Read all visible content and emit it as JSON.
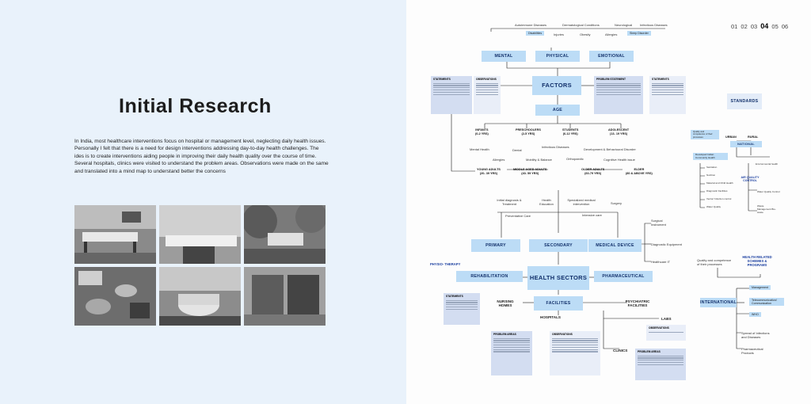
{
  "left": {
    "title": "Initial Research",
    "paragraph": "In India, most healthcare interventions focus on hospital or management level, neglecting daily health issues. Personally I felt that there is a need for design interventions addressing day-to-day health challenges. The ides is to create interventions aiding people in improving their daily health quality over the course of time. Several hospitals, clinics were visited to understand the problem areas. Observations were made on the same and translated into a mind map to understand better the concerns"
  },
  "pagination": {
    "before": "01 02 03",
    "current": "04",
    "after": "05 06"
  },
  "map": {
    "conditions": [
      "Autoimmune Diseases",
      "Dermatological Conditions",
      "Neurological",
      "Infectious Diseases"
    ],
    "conditions2": [
      "Disabilities",
      "Injuries",
      "Obesity",
      "Allergies",
      "Sleep Disorder"
    ],
    "factor_nodes": {
      "mental": "MENTAL",
      "physical": "PHYSICAL",
      "emotional": "EMOTIONAL",
      "factors": "FACTORS",
      "age": "AGE"
    },
    "ages": [
      {
        "name": "INFANTS",
        "range": "(0-2 YRS)"
      },
      {
        "name": "PRESCHOOLERS",
        "range": "(2-5 YRS)"
      },
      {
        "name": "STUDENTS",
        "range": "(6-12 YRS)"
      },
      {
        "name": "ADOLESCENT",
        "range": "(13- 19 YRS)"
      },
      {
        "name": "YOUNG ADULTS",
        "range": "(20- 39 YRS)"
      },
      {
        "name": "MIDDLE AGED ADULTS",
        "range": "(40- 59 YRS)"
      },
      {
        "name": "OLDER ADULTS",
        "range": "(60-79 YRS)"
      },
      {
        "name": "ELDER",
        "range": "(80 & ABOVE YRS)"
      }
    ],
    "age_topics": [
      "Mental Health",
      "Dental",
      "Infectious Diseases",
      "Development & Behavioural Disorder",
      "Allergies",
      "Mobility & Balance",
      "Orthopaedic",
      "Cognitive Health issue"
    ],
    "sector_nodes": {
      "primary": "PRIMARY",
      "secondary": "SECONDARY",
      "medical_device": "MEDICAL DEVICE",
      "rehabilitation": "REHABILITATION",
      "health_sectors": "HEALTH SECTORS",
      "pharmaceutical": "PHARMACEUTICAL",
      "facilities": "FACILITIES"
    },
    "services": [
      "Initial diagnosis & Treatment",
      "Health Education",
      "Specialized medical intervention",
      "Surgery",
      "Preventative Care",
      "Intensive care"
    ],
    "devices": [
      "Surgical Instrument",
      "Diagnostic Equipment",
      "Healthcare IT"
    ],
    "physio": "PHYSIO- THERAPY",
    "facility_labels": {
      "nursing": "NURSING HOMES",
      "hospitals": "HOSPITALS",
      "psychiatric": "PSYCHIATRIC FACILITIES",
      "labs": "LABS",
      "clinics": "CLINICS"
    },
    "standards": "STANDARDS",
    "urban": "URBAN",
    "rural": "RURAL",
    "national": "NATIONAL",
    "national_items": [
      "Developed Indian Community Health",
      "Sanitation",
      "Nutrition",
      "Material and Child Health",
      "Diagnostic Facilities",
      "Vector/ Infection control",
      "Water Quality"
    ],
    "aq": "AIR QUALITY CONTROL",
    "aq_items": [
      "Environmental health",
      "Water Quality Control",
      "Waste Management Bio-waste"
    ],
    "health_schemes": "HEALTH RELATED SCHEMES & PROGRAMS",
    "quality_text": "Quality and competence of their processes",
    "international": "INTERNATIONAL",
    "intl_items": [
      "Management",
      "Telecommunication/ Communication",
      "WHO",
      "Spread of Infections and Diseases",
      "Pharmaceutical Products"
    ],
    "notes": {
      "statements1": "STATEMENTS",
      "observations1": "OBSERVATIONS",
      "problem_statement": "PROBLEM STATEMENT",
      "statements2": "STATEMENTS",
      "statements3": "STATEMENTS",
      "problem_areas1": "PROBLEM AREAS",
      "observations2": "OBSERVATIONS",
      "observations3": "OBSERVATIONS",
      "problem_areas2": "PROBLEM AREAS"
    }
  }
}
